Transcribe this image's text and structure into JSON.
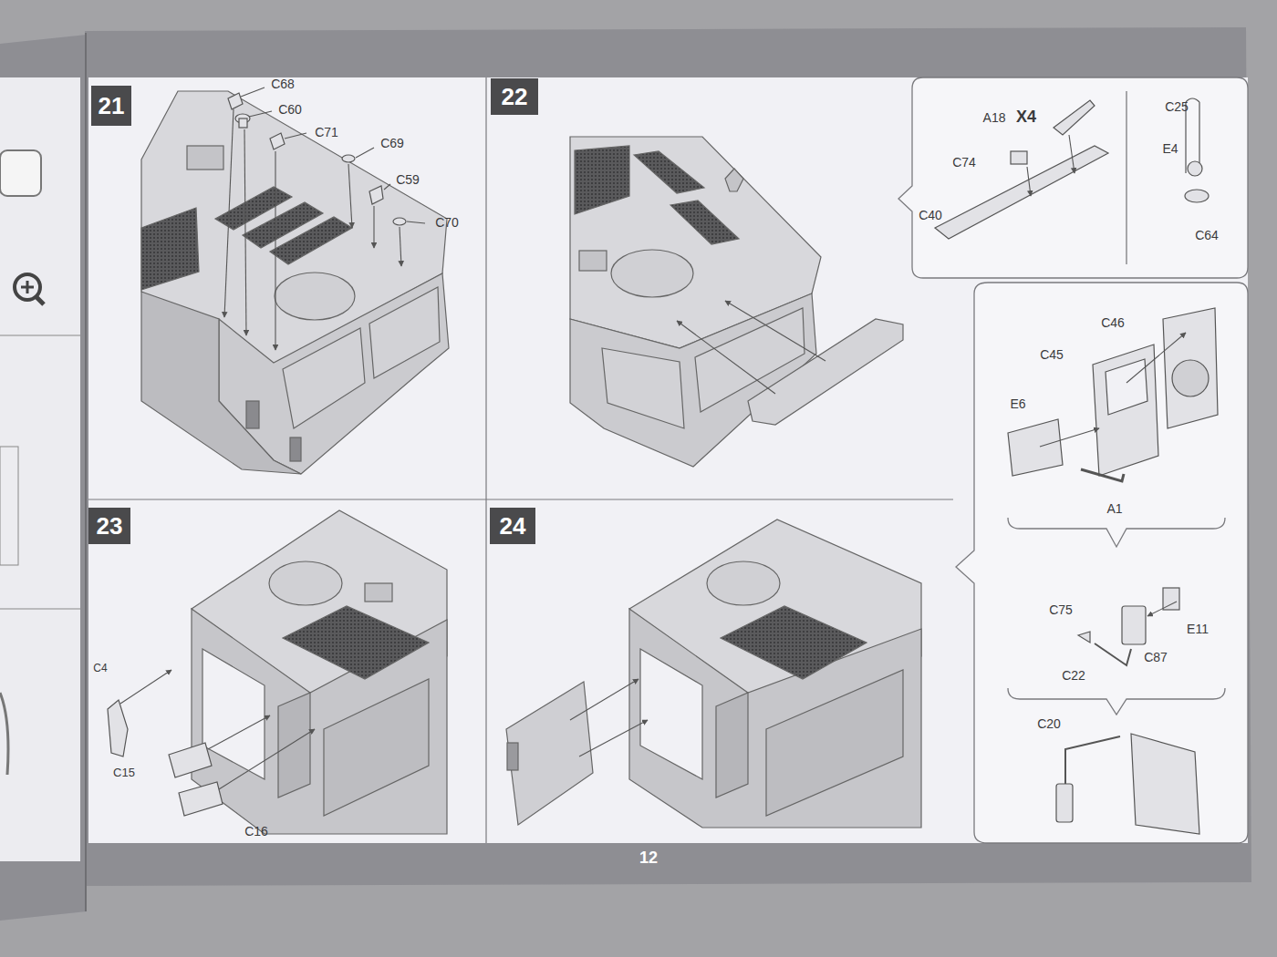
{
  "diagram": {
    "nodes": [
      {
        "text": [
          "21"
        ]
      },
      {
        "text": [
          "22"
        ]
      },
      {
        "text": [
          "23"
        ]
      },
      {
        "text": [
          "24"
        ]
      }
    ],
    "labels": [
      "C68",
      "C60",
      "C71",
      "C69",
      "C59",
      "C70",
      "A18",
      "X4",
      "C74",
      "C40",
      "C25",
      "E4",
      "C64",
      "C46",
      "C45",
      "E6",
      "A1",
      "C75",
      "E11",
      "C87",
      "C22",
      "C20",
      "C4",
      "C15",
      "C16",
      "12"
    ]
  }
}
